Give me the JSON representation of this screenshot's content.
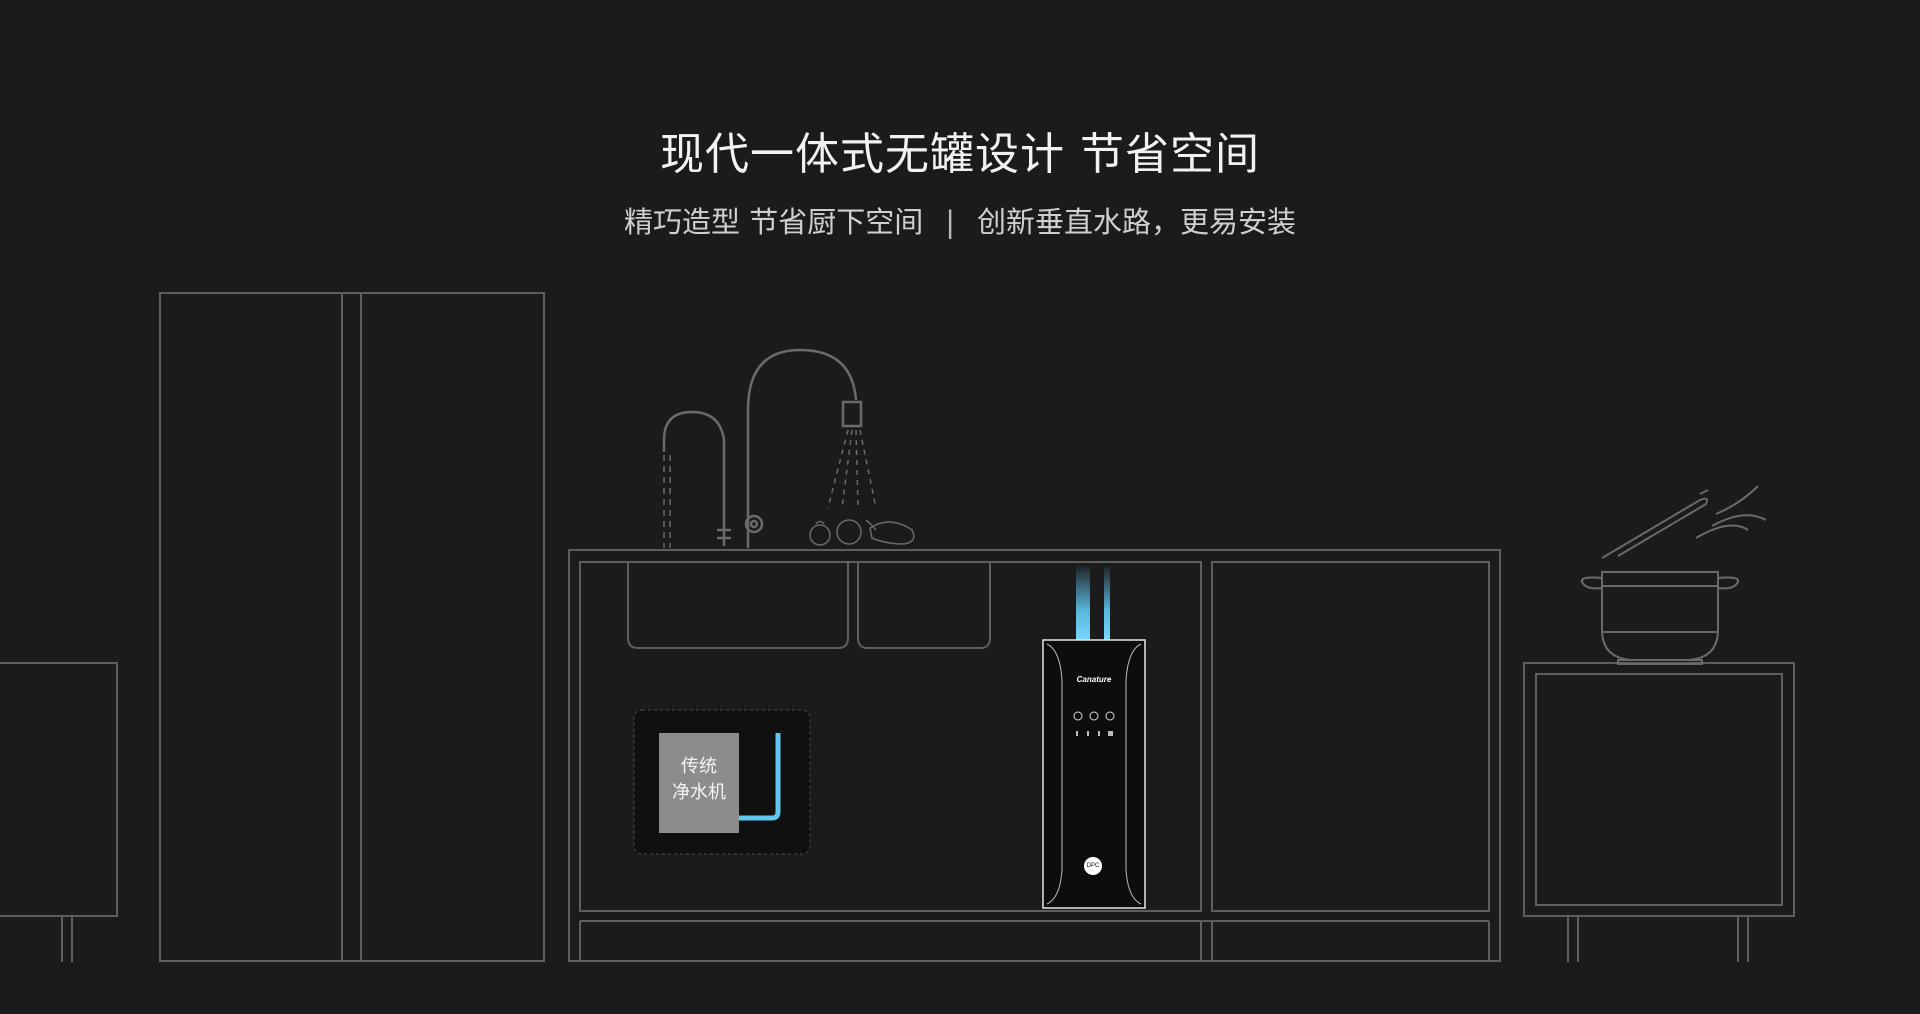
{
  "headline": "现代一体式无罐设计 节省空间",
  "subheadline": {
    "part1": "精巧造型 节省厨下空间",
    "separator": "|",
    "part2": "创新垂直水路，更易安装"
  },
  "traditional_purifier": {
    "line1": "传统",
    "line2": "净水机"
  },
  "device": {
    "brand": "Canature",
    "badge": "DPC"
  },
  "colors": {
    "background": "#1b1b1b",
    "outline": "#6a6a6a",
    "water_pipe": "#5ec8f0"
  }
}
